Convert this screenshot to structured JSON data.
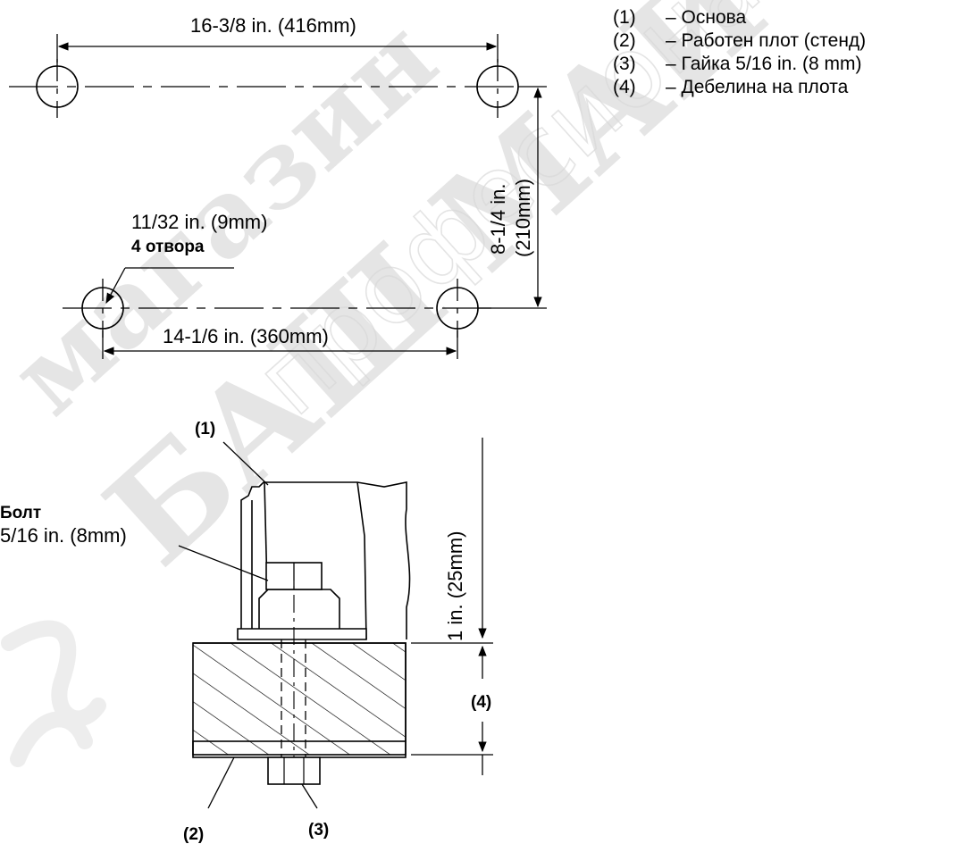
{
  "hole_pattern": {
    "top_dimension": "16-3/8 in. (416mm)",
    "side_dimension_in": "8-1/4 in.",
    "side_dimension_mm": "(210mm)",
    "hole_size": "11/32 in. (9mm)",
    "hole_count": "4 отвора",
    "bottom_dimension": "14-1/6 in. (360mm)"
  },
  "section": {
    "callout_1": "(1)",
    "callout_2": "(2)",
    "callout_3": "(3)",
    "callout_4": "(4)",
    "bolt_label": "Болт",
    "bolt_size": "5/16 in. (8mm)",
    "height_dimension": "1 in. (25mm)"
  },
  "legend": [
    {
      "num": "(1)",
      "text": "– Основа"
    },
    {
      "num": "(2)",
      "text": "– Работен плот (стенд)"
    },
    {
      "num": "(3)",
      "text": "– Гайка 5/16 in. (8 mm)"
    },
    {
      "num": "(4)",
      "text": "– Дебелина на плота"
    }
  ],
  "watermark": {
    "line1": "магазин",
    "line2": "БАШ МАЙСТОР",
    "line3": "професионални"
  }
}
